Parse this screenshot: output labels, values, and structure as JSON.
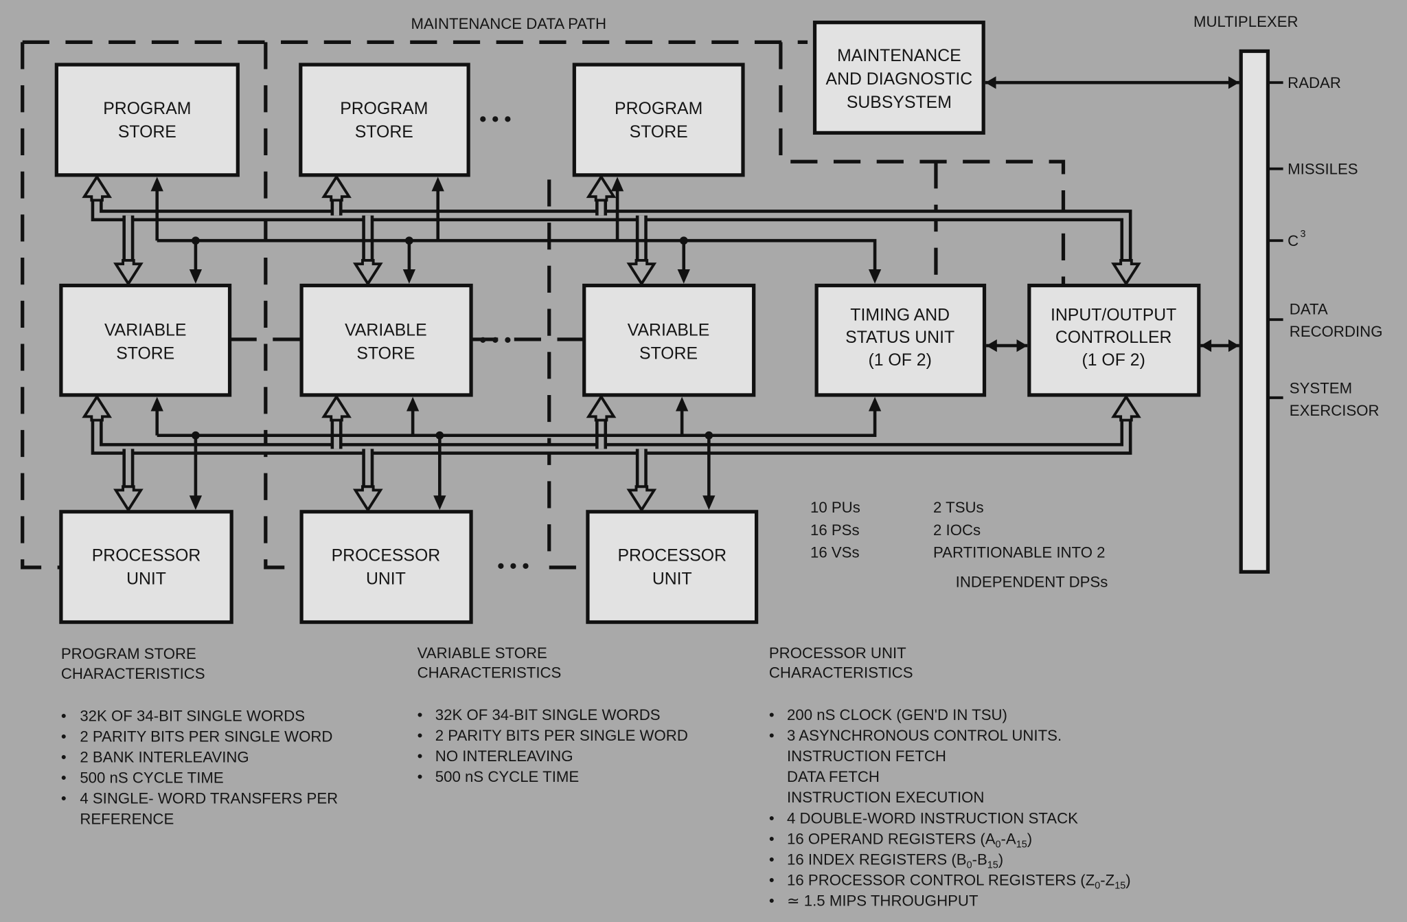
{
  "title": "MAINTENANCE DATA PATH",
  "multiplexer": {
    "label": "MULTIPLEXER",
    "outputs": [
      {
        "lines": [
          "RADAR"
        ]
      },
      {
        "lines": [
          "MISSILES"
        ]
      },
      {
        "lines": [
          "C",
          "3"
        ]
      },
      {
        "lines": [
          "DATA",
          "RECORDING"
        ]
      },
      {
        "lines": [
          "SYSTEM",
          "EXERCISOR"
        ]
      }
    ]
  },
  "boxes": {
    "program_store": [
      "PROGRAM",
      "STORE"
    ],
    "variable_store": [
      "VARIABLE",
      "STORE"
    ],
    "processor_unit": [
      "PROCESSOR",
      "UNIT"
    ],
    "maintenance": [
      "MAINTENANCE",
      "AND DIAGNOSTIC",
      "SUBSYSTEM"
    ],
    "tsu": [
      "TIMING AND",
      "STATUS UNIT",
      "(1 OF 2)"
    ],
    "ioc": [
      "INPUT/OUTPUT",
      "CONTROLLER",
      "(1 OF 2)"
    ],
    "ellipsis": "• • •"
  },
  "counts": {
    "left": [
      "10 PUs",
      "16 PSs",
      "16 VSs"
    ],
    "right": [
      "2 TSUs",
      "2 IOCs",
      "PARTITIONABLE INTO 2",
      "INDEPENDENT DPSs"
    ]
  },
  "ps_characteristics": {
    "heading": [
      "PROGRAM STORE",
      "CHARACTERISTICS"
    ],
    "bullet": "•",
    "items": [
      "32K OF 34-BIT SINGLE WORDS",
      "2 PARITY BITS PER SINGLE WORD",
      "2 BANK INTERLEAVING",
      "500 nS CYCLE TIME",
      "4 SINGLE- WORD TRANSFERS PER"
    ],
    "continuation": "REFERENCE"
  },
  "vs_characteristics": {
    "heading": [
      "VARIABLE STORE",
      "CHARACTERISTICS"
    ],
    "items": [
      "32K OF 34-BIT SINGLE WORDS",
      "2 PARITY BITS PER SINGLE WORD",
      "NO INTERLEAVING",
      "500 nS CYCLE TIME"
    ]
  },
  "pu_characteristics": {
    "heading": [
      "PROCESSOR UNIT",
      "CHARACTERISTICS"
    ],
    "items": [
      "200 nS CLOCK (GEN'D IN TSU)",
      "3 ASYNCHRONOUS CONTROL UNITS."
    ],
    "sub_items": [
      "INSTRUCTION FETCH",
      "DATA FETCH",
      "INSTRUCTION EXECUTION"
    ],
    "items2": [
      "4 DOUBLE-WORD INSTRUCTION STACK"
    ],
    "registers": [
      {
        "a": "16 OPERAND REGISTERS (A",
        "s1": "0",
        "b": "-A",
        "s2": "15",
        "c": ")"
      },
      {
        "a": "16 INDEX REGISTERS (B",
        "s1": "0",
        "b": "-B",
        "s2": "15",
        "c": ")"
      },
      {
        "a": "16 PROCESSOR CONTROL REGISTERS (Z",
        "s1": "0",
        "b": "-Z",
        "s2": "15",
        "c": ")"
      }
    ],
    "last": "≃  1.5 MIPS THROUGHPUT"
  }
}
